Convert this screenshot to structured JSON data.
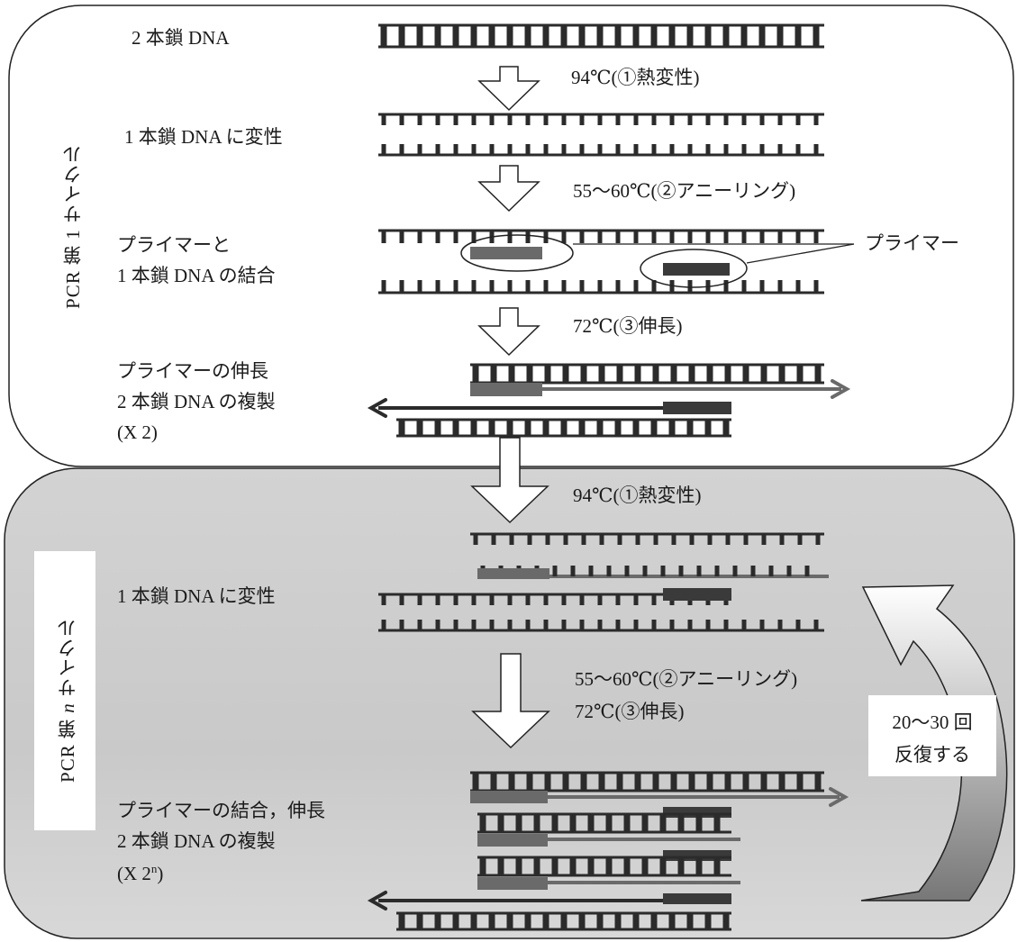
{
  "cycle1": {
    "side_label": "PCR 第 1 サイクル",
    "labels": {
      "ds_dna": "2 本鎖 DNA",
      "denatured": "1 本鎖 DNA に変性",
      "primer_bind_1": "プライマーと",
      "primer_bind_2": "1 本鎖 DNA の結合",
      "extension_1": "プライマーの伸長",
      "extension_2": "2 本鎖 DNA の複製",
      "extension_3": "(X 2)"
    },
    "steps": {
      "denature": "94℃(①熱変性)",
      "anneal": "55～60℃(②アニーリング)",
      "extend": "72℃(③伸長)"
    },
    "primer_callout": "プライマー"
  },
  "cyclen": {
    "side_label_prefix": "PCR 第",
    "side_label_n": "n",
    "side_label_suffix": "サイクル",
    "labels": {
      "denatured": "1 本鎖 DNA に変性",
      "extension_1": "プライマーの結合，伸長",
      "extension_2": "2 本鎖 DNA の複製",
      "extension_3_prefix": "(X 2",
      "extension_3_sup": "n",
      "extension_3_suffix": ")"
    },
    "steps": {
      "denature": "94℃(①熱変性)",
      "anneal": "55～60℃(②アニーリング)",
      "extend": "72℃(③伸長)"
    },
    "repeat_1": "20～30 回",
    "repeat_2": "反復する"
  },
  "colors": {
    "strand": "#2b2b2b",
    "primer_light": "#6a6a6a",
    "primer_dark": "#3a3a3a",
    "panel_bottom": "#c8c8c8"
  }
}
